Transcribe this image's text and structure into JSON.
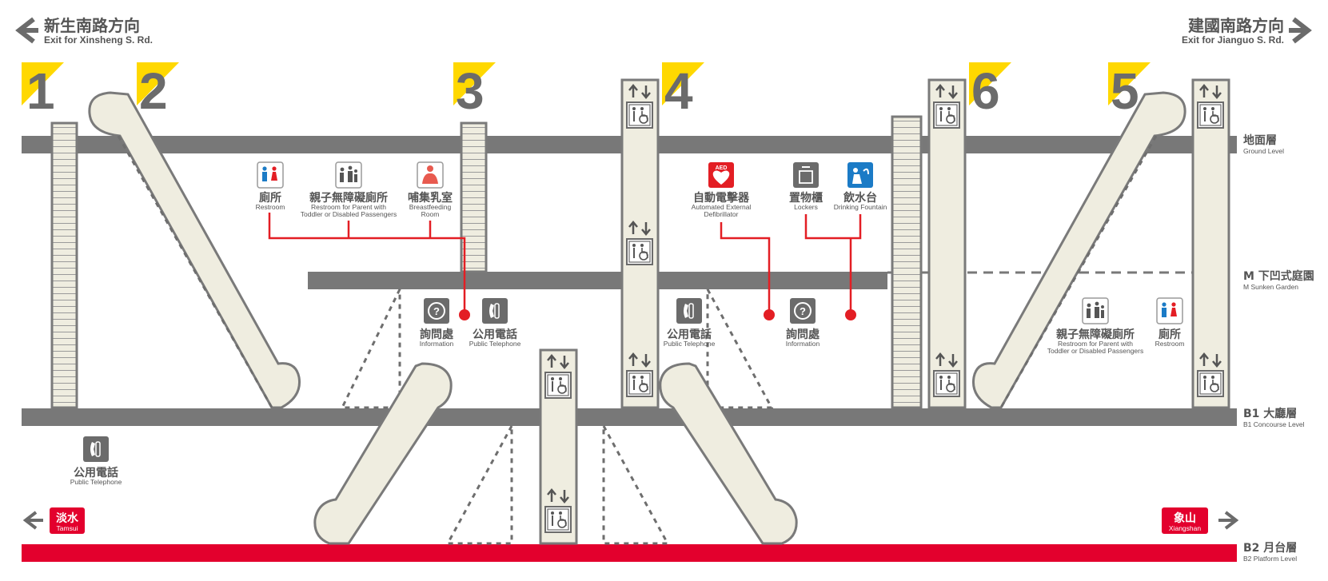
{
  "directions": {
    "left": {
      "zh": "新生南路方向",
      "en": "Exit for Xinsheng S. Rd."
    },
    "right": {
      "zh": "建國南路方向",
      "en": "Exit for Jianguo S. Rd."
    }
  },
  "exits": [
    "1",
    "2",
    "3",
    "4",
    "6",
    "5"
  ],
  "levels": [
    {
      "zh": "地面層",
      "en": "Ground Level"
    },
    {
      "zh": "M 下凹式庭園",
      "en": "M Sunken Garden"
    },
    {
      "zh": "B1 大廳層",
      "en": "B1 Concourse Level"
    },
    {
      "zh": "B2 月台層",
      "en": "B2 Platform Level"
    }
  ],
  "facilities": {
    "restroom": {
      "zh": "廁所",
      "en": "Restroom"
    },
    "family_restroom": {
      "zh": "親子無障礙廁所",
      "en1": "Restroom for Parent with",
      "en2": "Toddler or Disabled Passengers"
    },
    "breastfeeding": {
      "zh": "哺集乳室",
      "en1": "Breastfeeding",
      "en2": "Room"
    },
    "aed": {
      "badge": "AED",
      "zh": "自動電擊器",
      "en1": "Automated External",
      "en2": "Defibrillator"
    },
    "lockers": {
      "zh": "置物櫃",
      "en": "Lockers"
    },
    "fountain": {
      "zh": "飲水台",
      "en": "Drinking Fountain"
    },
    "info1": {
      "zh": "詢問處",
      "en": "Information"
    },
    "phone1": {
      "zh": "公用電話",
      "en": "Public Telephone"
    },
    "phone2": {
      "zh": "公用電話",
      "en": "Public Telephone"
    },
    "info2": {
      "zh": "詢問處",
      "en": "Information"
    },
    "family_restroom2": {
      "zh": "親子無障礙廁所",
      "en1": "Restroom for Parent with",
      "en2": "Toddler or Disabled Passengers"
    },
    "restroom2": {
      "zh": "廁所",
      "en": "Restroom"
    },
    "phone3": {
      "zh": "公用電話",
      "en": "Public Telephone"
    }
  },
  "destinations": {
    "left": {
      "zh": "淡水",
      "en": "Tamsui"
    },
    "right": {
      "zh": "象山",
      "en": "Xiangshan"
    }
  },
  "colors": {
    "slab": "#787878",
    "escalator": "#efede0",
    "outline": "#7a7a7a",
    "platform": "#e3002d",
    "accent": "#ffd800",
    "red_line": "#e31e24",
    "blue": "#1b7bc6"
  }
}
